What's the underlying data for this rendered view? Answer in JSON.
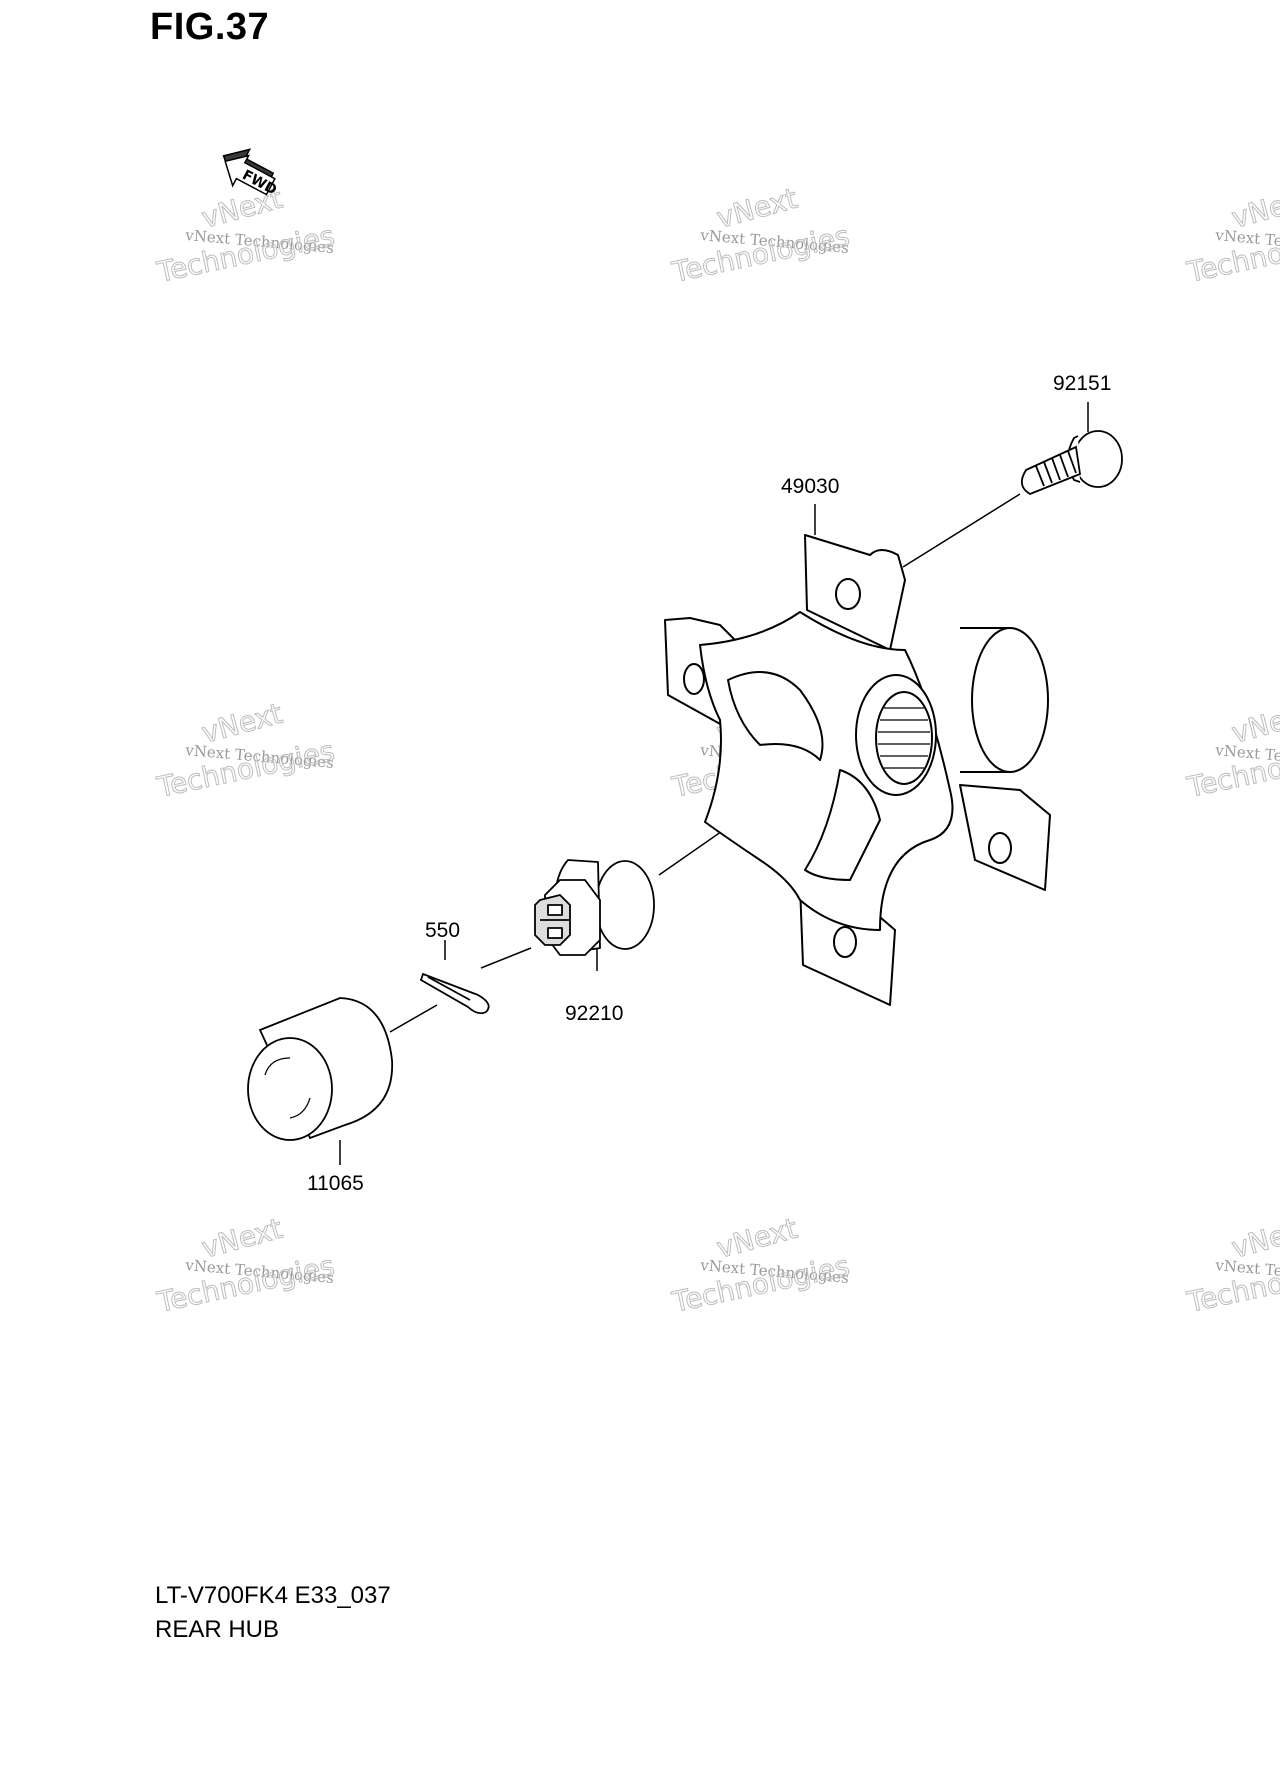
{
  "figure": {
    "title": "FIG.37",
    "code": "LT-V700FK4 E33_037",
    "name": "REAR HUB"
  },
  "direction_marker": {
    "label": "FWD",
    "icon": "fwd-arrow-icon"
  },
  "parts": [
    {
      "number": "92151",
      "description": "hub bolt"
    },
    {
      "number": "49030",
      "description": "rear hub"
    },
    {
      "number": "92210",
      "description": "castle nut"
    },
    {
      "number": "550",
      "description": "cotter pin"
    },
    {
      "number": "11065",
      "description": "hub cap"
    }
  ],
  "watermark": {
    "line1": "vNext Technologies",
    "line2": "vNext",
    "line3": "Technologies"
  }
}
